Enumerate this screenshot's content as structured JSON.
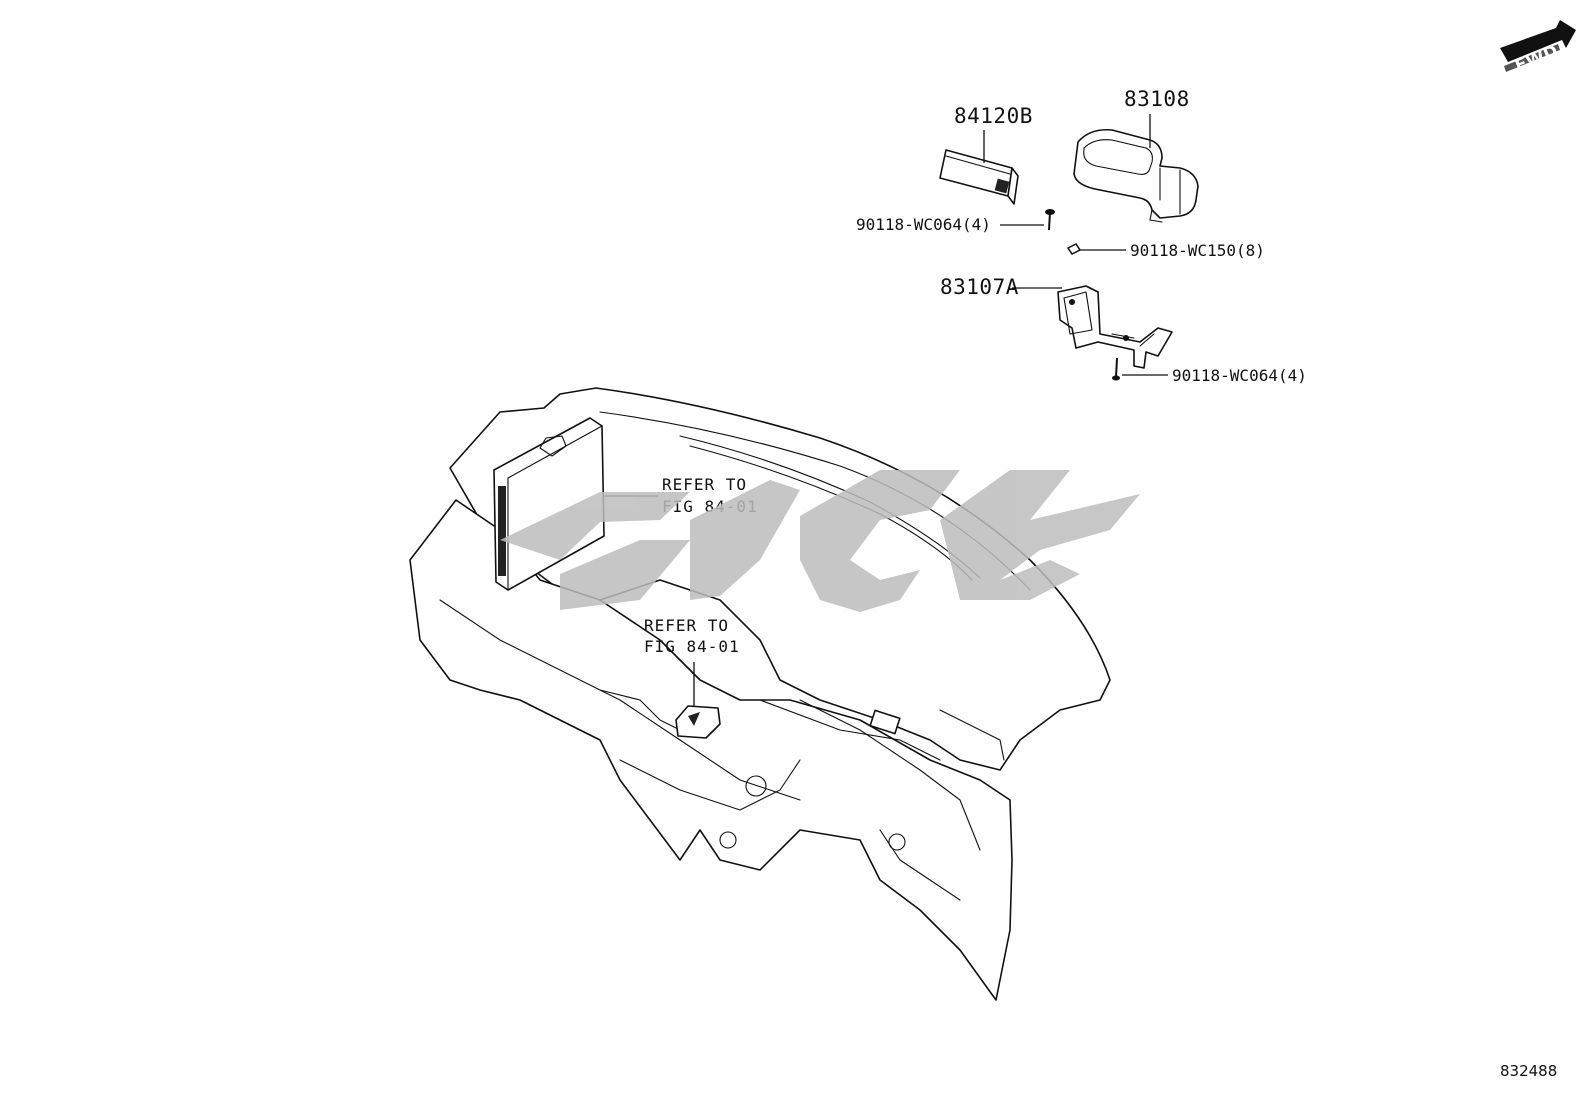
{
  "diagram": {
    "figure_number": "832488",
    "orientation_badge": {
      "label": "FWD",
      "icon": "fwd-arrow-icon"
    },
    "parts": [
      {
        "id": "84120B",
        "label": "84120B"
      },
      {
        "id": "83108",
        "label": "83108"
      },
      {
        "id": "83107A",
        "label": "83107A"
      }
    ],
    "fasteners": [
      {
        "id": "upper-screw",
        "label": "90118-WC064(4)"
      },
      {
        "id": "clip",
        "label": "90118-WC150(8)"
      },
      {
        "id": "lower-screw",
        "label": "90118-WC064(4)"
      }
    ],
    "references": [
      {
        "line1": "REFER TO",
        "line2": "FIG 84-01"
      },
      {
        "line1": "REFER TO",
        "line2": "FIG 84-01"
      }
    ],
    "watermark": {
      "color": "#bdbdbd"
    }
  }
}
